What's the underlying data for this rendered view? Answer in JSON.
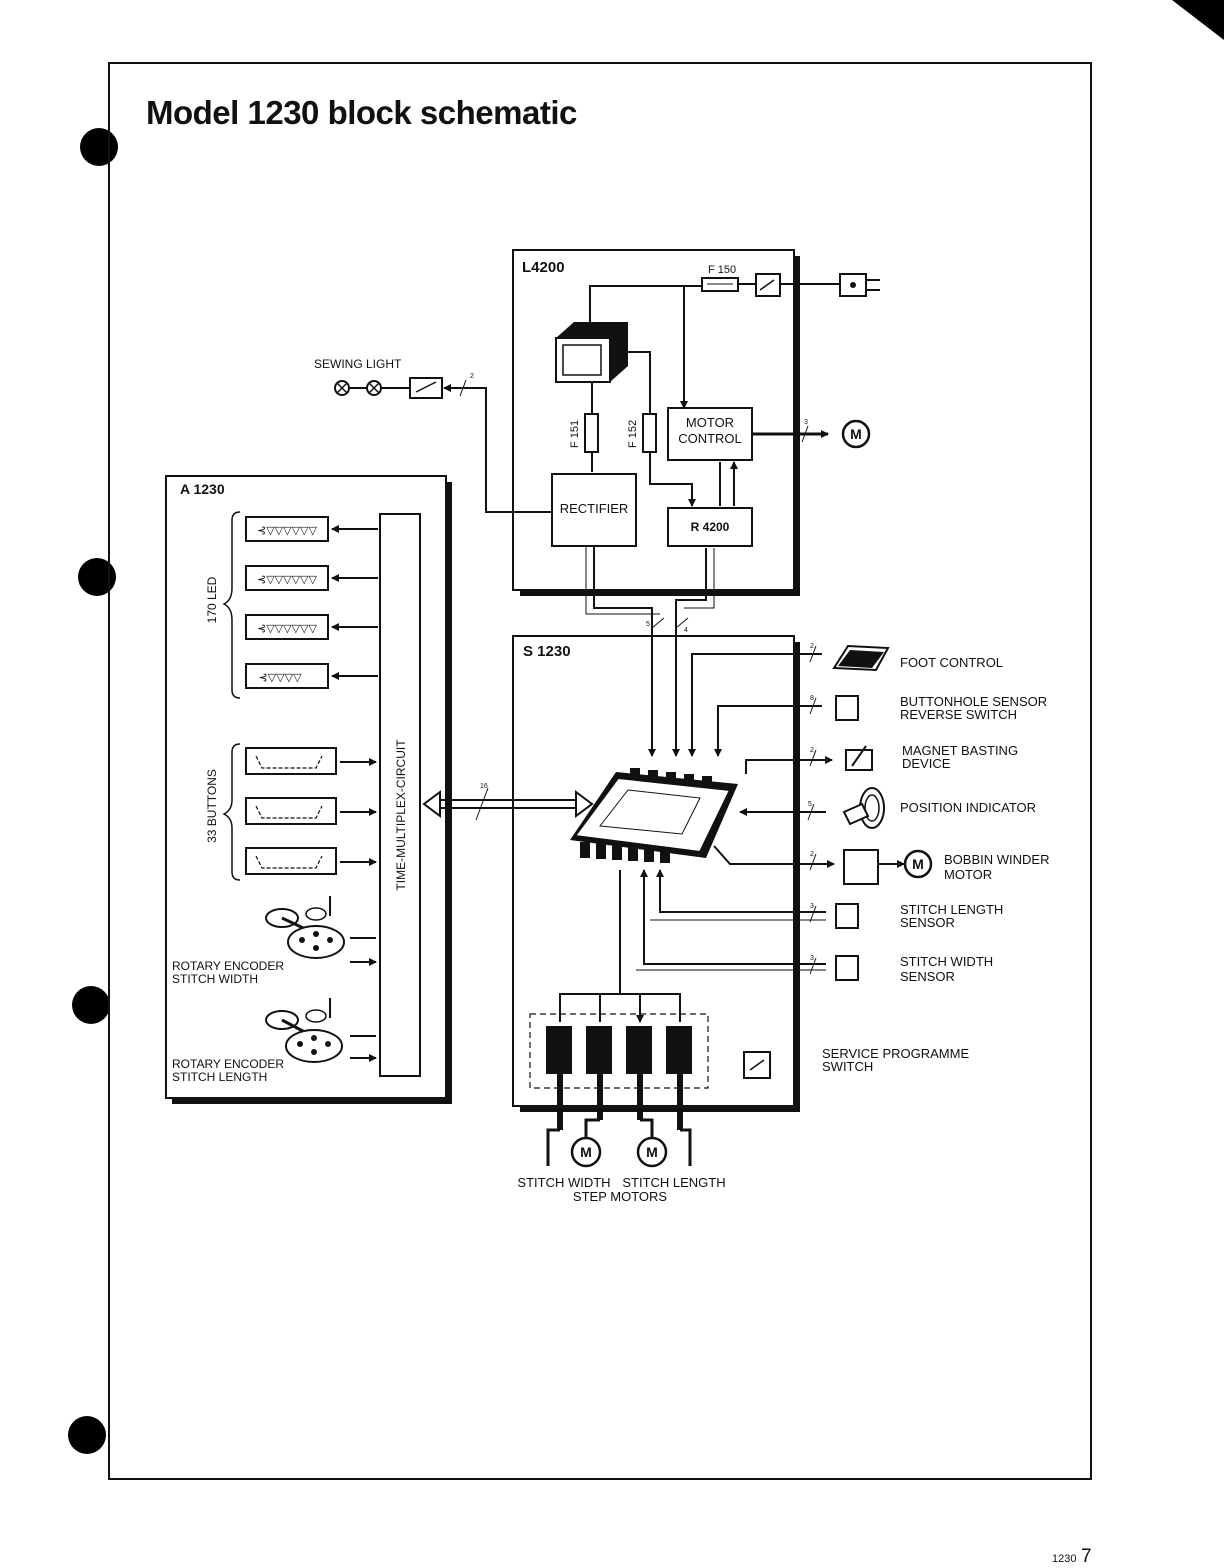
{
  "title": "Model 1230 block schematic",
  "footer": {
    "model": "1230",
    "page": "7"
  },
  "blocks": {
    "l4200": {
      "label": "L4200",
      "f150": "F 150",
      "f151": "F 151",
      "f152": "F 152",
      "motor_control": [
        "MOTOR",
        "CONTROL"
      ],
      "rectifier": "RECTIFIER",
      "r4200": "R 4200"
    },
    "a1230": {
      "label": "A 1230",
      "led_count": "170 LED",
      "buttons_count": "33 BUTTONS",
      "multiplex": "TIME-MULTIPLEX-CIRCUIT",
      "encoder_width": [
        "ROTARY ENCODER",
        "STITCH WIDTH"
      ],
      "encoder_length": [
        "ROTARY ENCODER",
        "STITCH LENGTH"
      ]
    },
    "s1230": {
      "label": "S 1230"
    }
  },
  "peripherals": {
    "sewing_light": "SEWING LIGHT",
    "foot_control": "FOOT CONTROL",
    "buttonhole": [
      "BUTTONHOLE SENSOR",
      "REVERSE SWITCH"
    ],
    "magnet": [
      "MAGNET BASTING",
      "DEVICE"
    ],
    "position": "POSITION INDICATOR",
    "bobbin": [
      "BOBBIN WINDER",
      "MOTOR"
    ],
    "stitch_length_sensor": [
      "STITCH LENGTH",
      "SENSOR"
    ],
    "stitch_width_sensor": [
      "STITCH WIDTH",
      "SENSOR"
    ],
    "service": [
      "SERVICE PROGRAMME",
      "SWITCH"
    ],
    "step_motors": [
      "STITCH WIDTH",
      "STITCH LENGTH",
      "STEP MOTORS"
    ]
  },
  "bus_widths": {
    "light": "2",
    "main_motor": "3",
    "l_to_s_left": "5",
    "l_to_s_right": "4",
    "foot": "2",
    "buttonhole": "8",
    "magnet": "2",
    "position": "5",
    "bobbin": "2",
    "sl_sensor": "3",
    "sw_sensor": "3",
    "panel": "16"
  },
  "symbols": {
    "motor": "M"
  }
}
